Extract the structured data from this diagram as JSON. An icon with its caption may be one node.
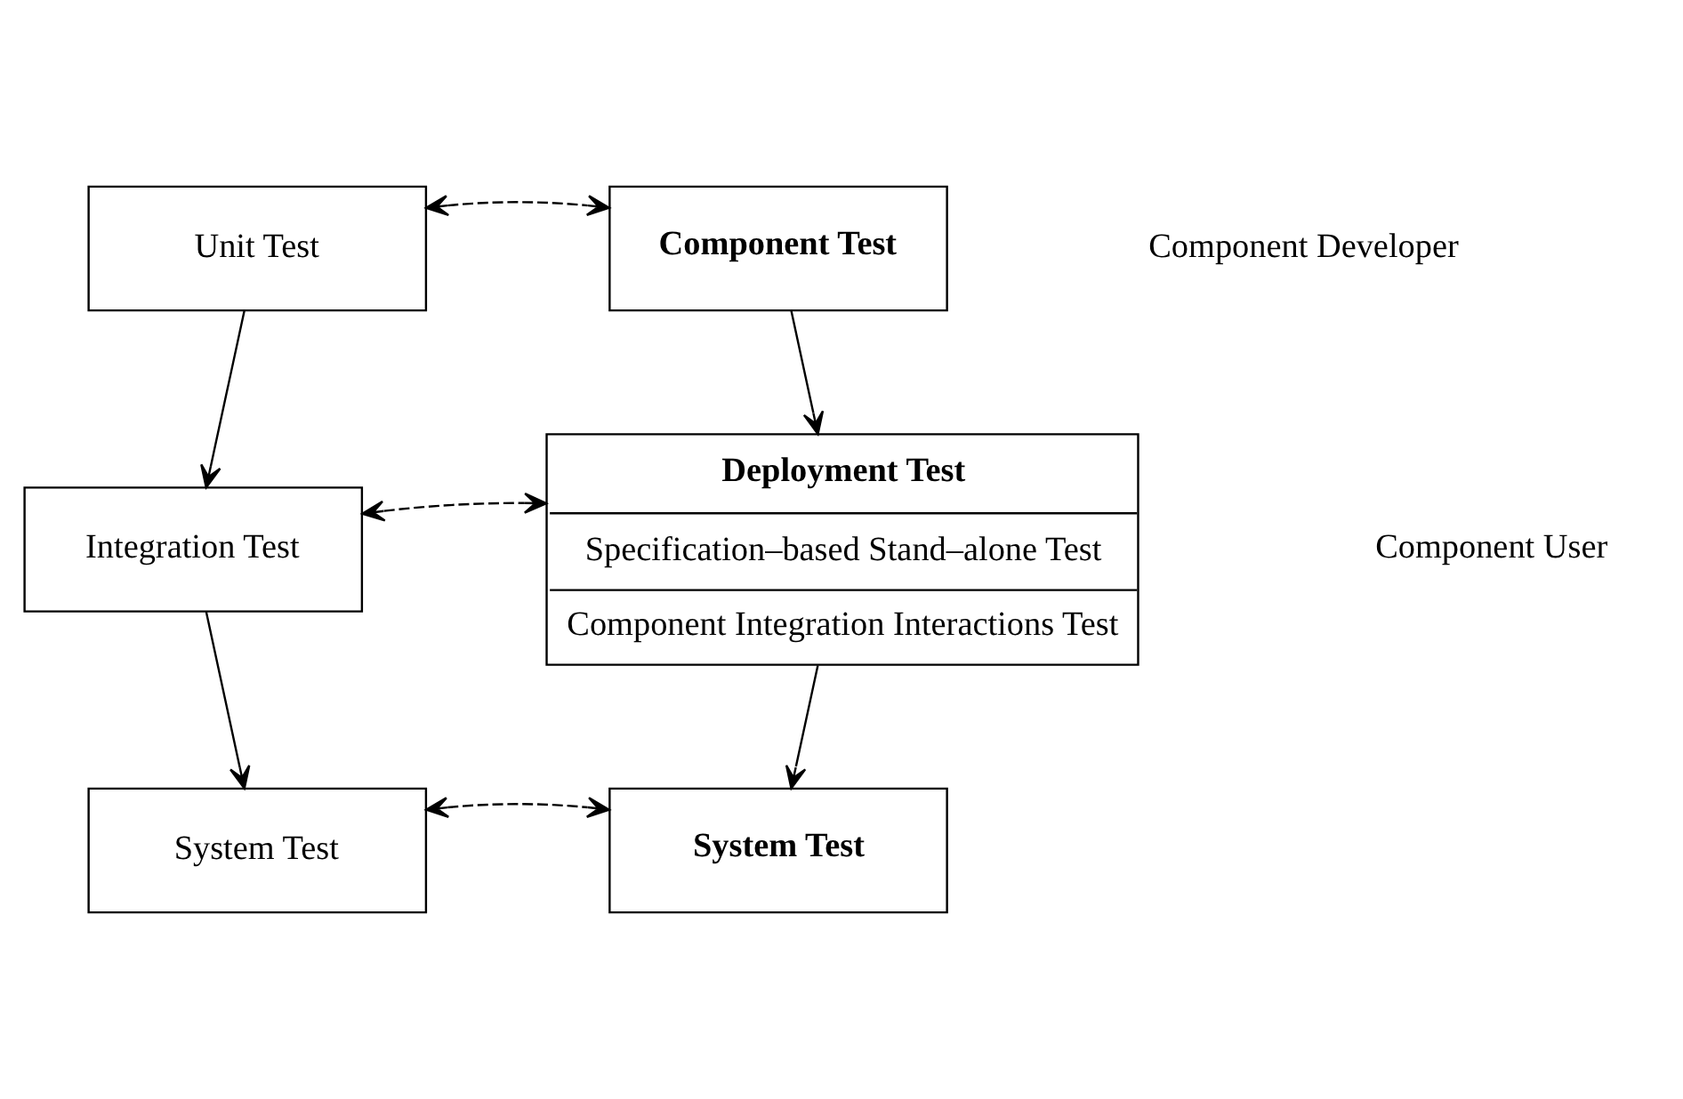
{
  "diagram": {
    "nodes": [
      {
        "text": [
          "Unit Test"
        ]
      },
      {
        "text": [
          "Component Test"
        ]
      },
      {
        "text": [
          "Integration Test"
        ]
      },
      {
        "text": [
          "Deployment Test",
          "Specification–based Stand–alone Test",
          "Component Integration Interactions Test"
        ]
      },
      {
        "text": [
          "System Test"
        ]
      },
      {
        "text": [
          "System Test"
        ]
      }
    ],
    "edges": [
      {
        "from": 0,
        "to": 1,
        "arrow": "both",
        "style": "dashed"
      },
      {
        "from": 0,
        "to": 2,
        "arrow": "to"
      },
      {
        "from": 1,
        "to": 3,
        "arrow": "to"
      },
      {
        "from": 2,
        "to": 3,
        "arrow": "both",
        "style": "dashed"
      },
      {
        "from": 2,
        "to": 4,
        "arrow": "to"
      },
      {
        "from": 3,
        "to": 5,
        "arrow": "to"
      },
      {
        "from": 4,
        "to": 5,
        "arrow": "both",
        "style": "dashed"
      }
    ],
    "labels": [
      "Component Developer",
      "Component User"
    ]
  }
}
